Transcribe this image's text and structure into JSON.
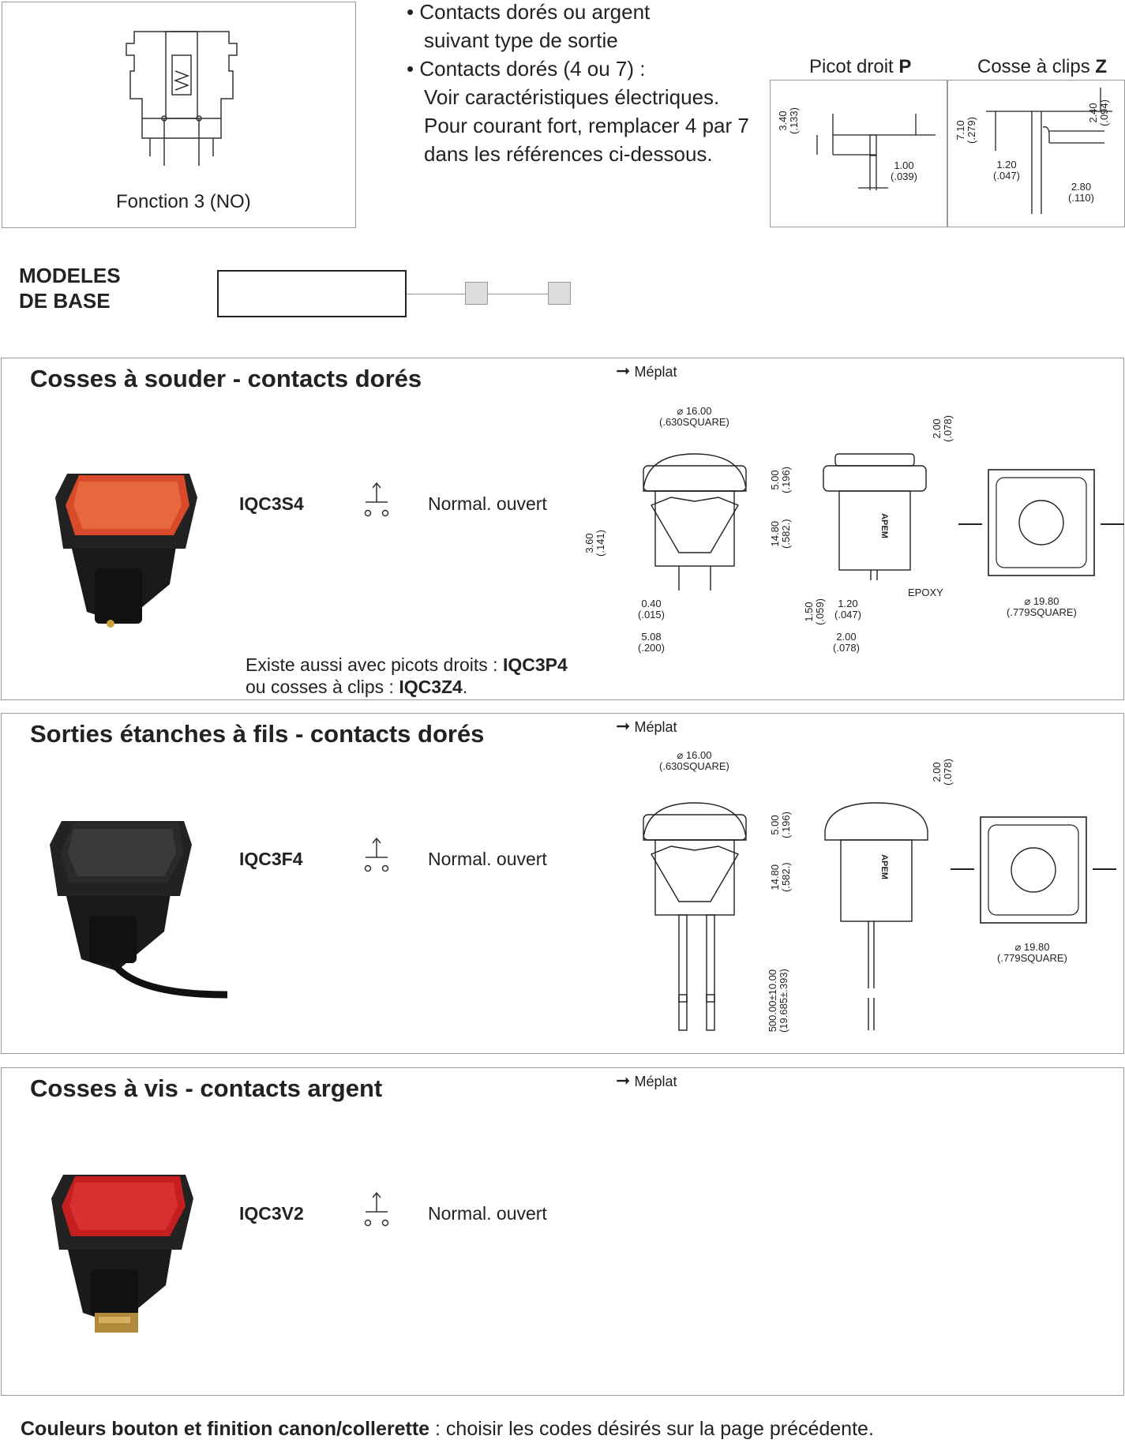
{
  "header": {
    "function_label": "Fonction 3 (NO)",
    "bullets": [
      "• Contacts dorés ou argent",
      "suivant type de sortie",
      "• Contacts dorés (4 ou 7) :",
      "Voir caractéristiques électriques.",
      "Pour courant fort, remplacer 4 par 7",
      "dans les références ci-dessous."
    ],
    "picot_label": "Picot droit",
    "picot_code": "P",
    "cosse_label": "Cosse à clips",
    "cosse_code": "Z",
    "dims_p": {
      "d1": "3.40",
      "d1b": "(.133)",
      "d2": "1.00",
      "d2b": "(.039)"
    },
    "dims_z": {
      "d1": "7.10",
      "d1b": "(.279)",
      "d2": "2.40",
      "d2b": "(.094)",
      "d3": "1.20",
      "d3b": "(.047)",
      "d4": "2.80",
      "d4b": "(.110)"
    }
  },
  "modeles": {
    "line1": "MODELES",
    "line2": "DE BASE"
  },
  "meplat": "Méplat",
  "sections": [
    {
      "title": "Cosses à souder - contacts dorés",
      "ref": "IQC3S4",
      "desc": "Normal. ouvert",
      "note_prefix1": "Existe aussi avec picots droits : ",
      "note_ref1": "IQC3P4",
      "note_prefix2": "ou cosses à clips : ",
      "note_ref2": "IQC3Z4",
      "note_suffix2": "."
    },
    {
      "title": "Sorties étanches à fils - contacts dorés",
      "ref": "IQC3F4",
      "desc": "Normal. ouvert"
    },
    {
      "title": "Cosses à vis - contacts argent",
      "ref": "IQC3V2",
      "desc": "Normal. ouvert"
    }
  ],
  "dims": {
    "d16": "16.00",
    "d16b": "(.630SQUARE)",
    "d200": "2.00",
    "d200b": "(.078)",
    "d500": "5.00",
    "d500b": "(.196)",
    "d1480": "14.80",
    "d1480b": "(.582.)",
    "d360": "3.60",
    "d360b": "(.141)",
    "d040": "0.40",
    "d040b": "(.015)",
    "d508": "5.08",
    "d508b": "(.200)",
    "d150": "1.50",
    "d150b": "(.059)",
    "d120": "1.20",
    "d120b": "(.047)",
    "d200c": "2.00",
    "d200cb": "(.078)",
    "epoxy": "EPOXY",
    "d1980": "19.80",
    "d1980b": "(.779SQUARE)",
    "wire": "500.00±10.00",
    "wireb": "(19.685±.393)",
    "brand": "APEM"
  },
  "footer": {
    "bold": "Couleurs bouton et finition canon/collerette",
    "rest": " : choisir les codes désirés sur la page précédente."
  }
}
